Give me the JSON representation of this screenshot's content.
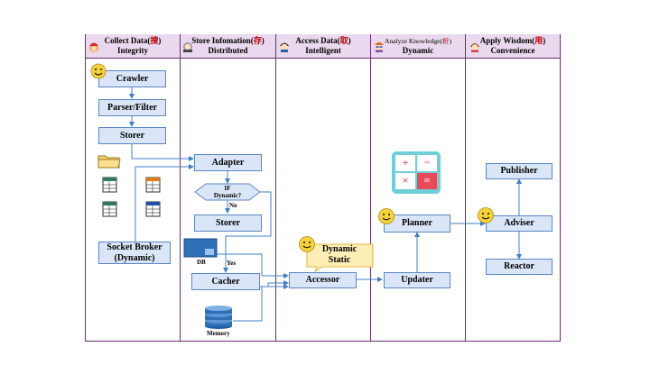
{
  "lanes": [
    {
      "title_a": "Collect  Data(",
      "title_cn": "搜",
      "title_b": ")",
      "subtitle": "Integrity"
    },
    {
      "title_a": "Store Infomation(",
      "title_cn": "存",
      "title_b": ")",
      "subtitle": "Distributed"
    },
    {
      "title_a": "Access Data(",
      "title_cn": "取",
      "title_b": ")",
      "subtitle": "Intelligent"
    },
    {
      "title_a": "Analyze Knowledge(",
      "title_cn": "析",
      "title_b": ")",
      "subtitle": "Dynamic"
    },
    {
      "title_a": "Apply Wisdom(",
      "title_cn": "用",
      "title_b": ")",
      "subtitle": "Convenience"
    }
  ],
  "nodes": {
    "crawler": "Crawler",
    "parser": "Parser/Filter",
    "storer1": "Storer",
    "socket_a": "Socket Broker",
    "socket_b": "(Dynamic)",
    "adapter": "Adapter",
    "decision_a": "IF",
    "decision_b": "Dynamic?",
    "storer2": "Storer",
    "cacher": "Cacher",
    "accessor": "Accessor",
    "callout_a": "Dynamic",
    "callout_b": "Static",
    "planner": "Planner",
    "updater": "Updater",
    "publisher": "Publisher",
    "adviser": "Adviser",
    "reactor": "Reactor"
  },
  "labels": {
    "no": "No",
    "yes": "Yes",
    "db": "DB",
    "memory": "Memory"
  },
  "calculator": {
    "plus": "+",
    "minus": "−",
    "times": "×",
    "equals": "="
  },
  "colors": {
    "lane_header": "#ead9ee",
    "border": "#6b2b72",
    "box_fill": "#dae6f7",
    "box_border": "#5a86c4",
    "arrow": "#3f7fc9"
  }
}
